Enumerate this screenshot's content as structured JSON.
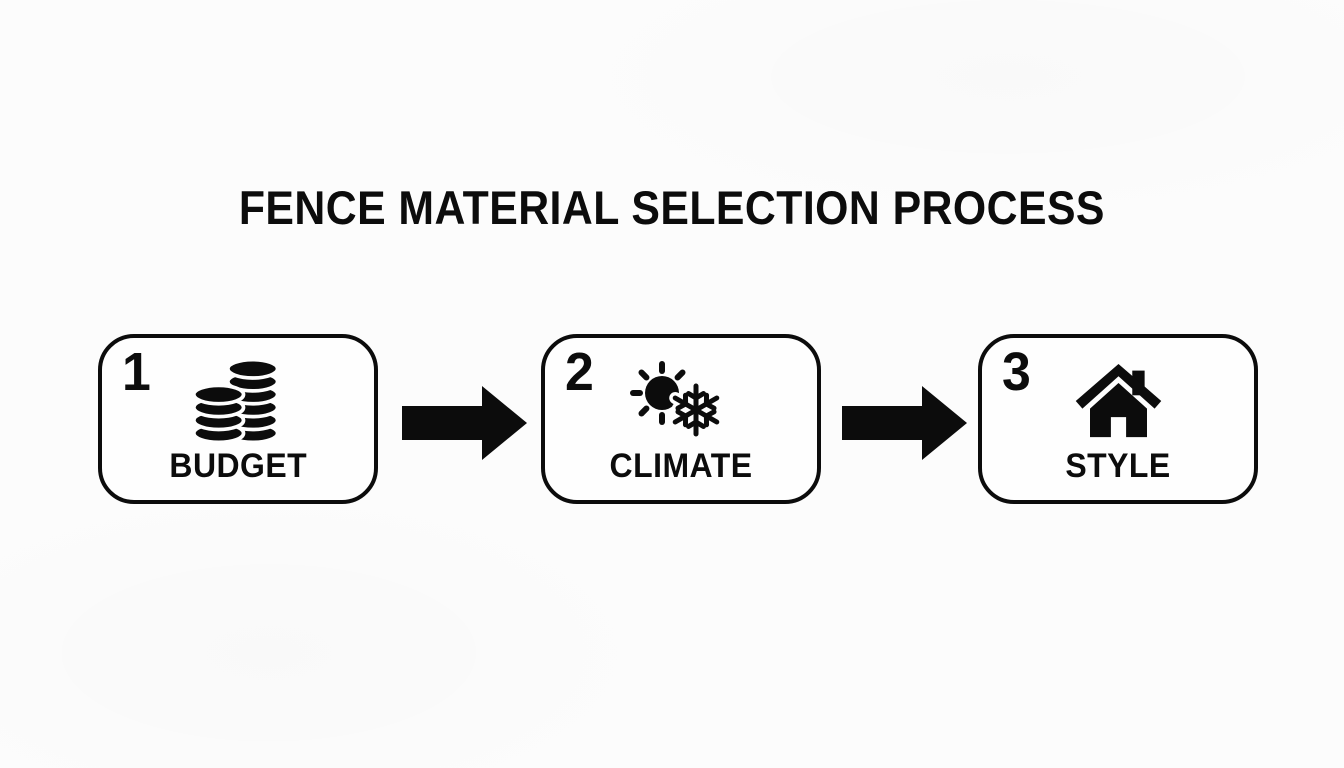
{
  "title": "FENCE MATERIAL SELECTION PROCESS",
  "steps": [
    {
      "number": "1",
      "label": "BUDGET",
      "icon": "coin-stacks-icon"
    },
    {
      "number": "2",
      "label": "CLIMATE",
      "icon": "sun-snowflake-icon"
    },
    {
      "number": "3",
      "label": "STYLE",
      "icon": "house-icon"
    }
  ],
  "connectors": [
    {
      "type": "arrow-right"
    },
    {
      "type": "arrow-right"
    }
  ],
  "colors": {
    "ink": "#0c0c0c",
    "background": "#fcfcfc",
    "box_background": "#fefefe"
  }
}
